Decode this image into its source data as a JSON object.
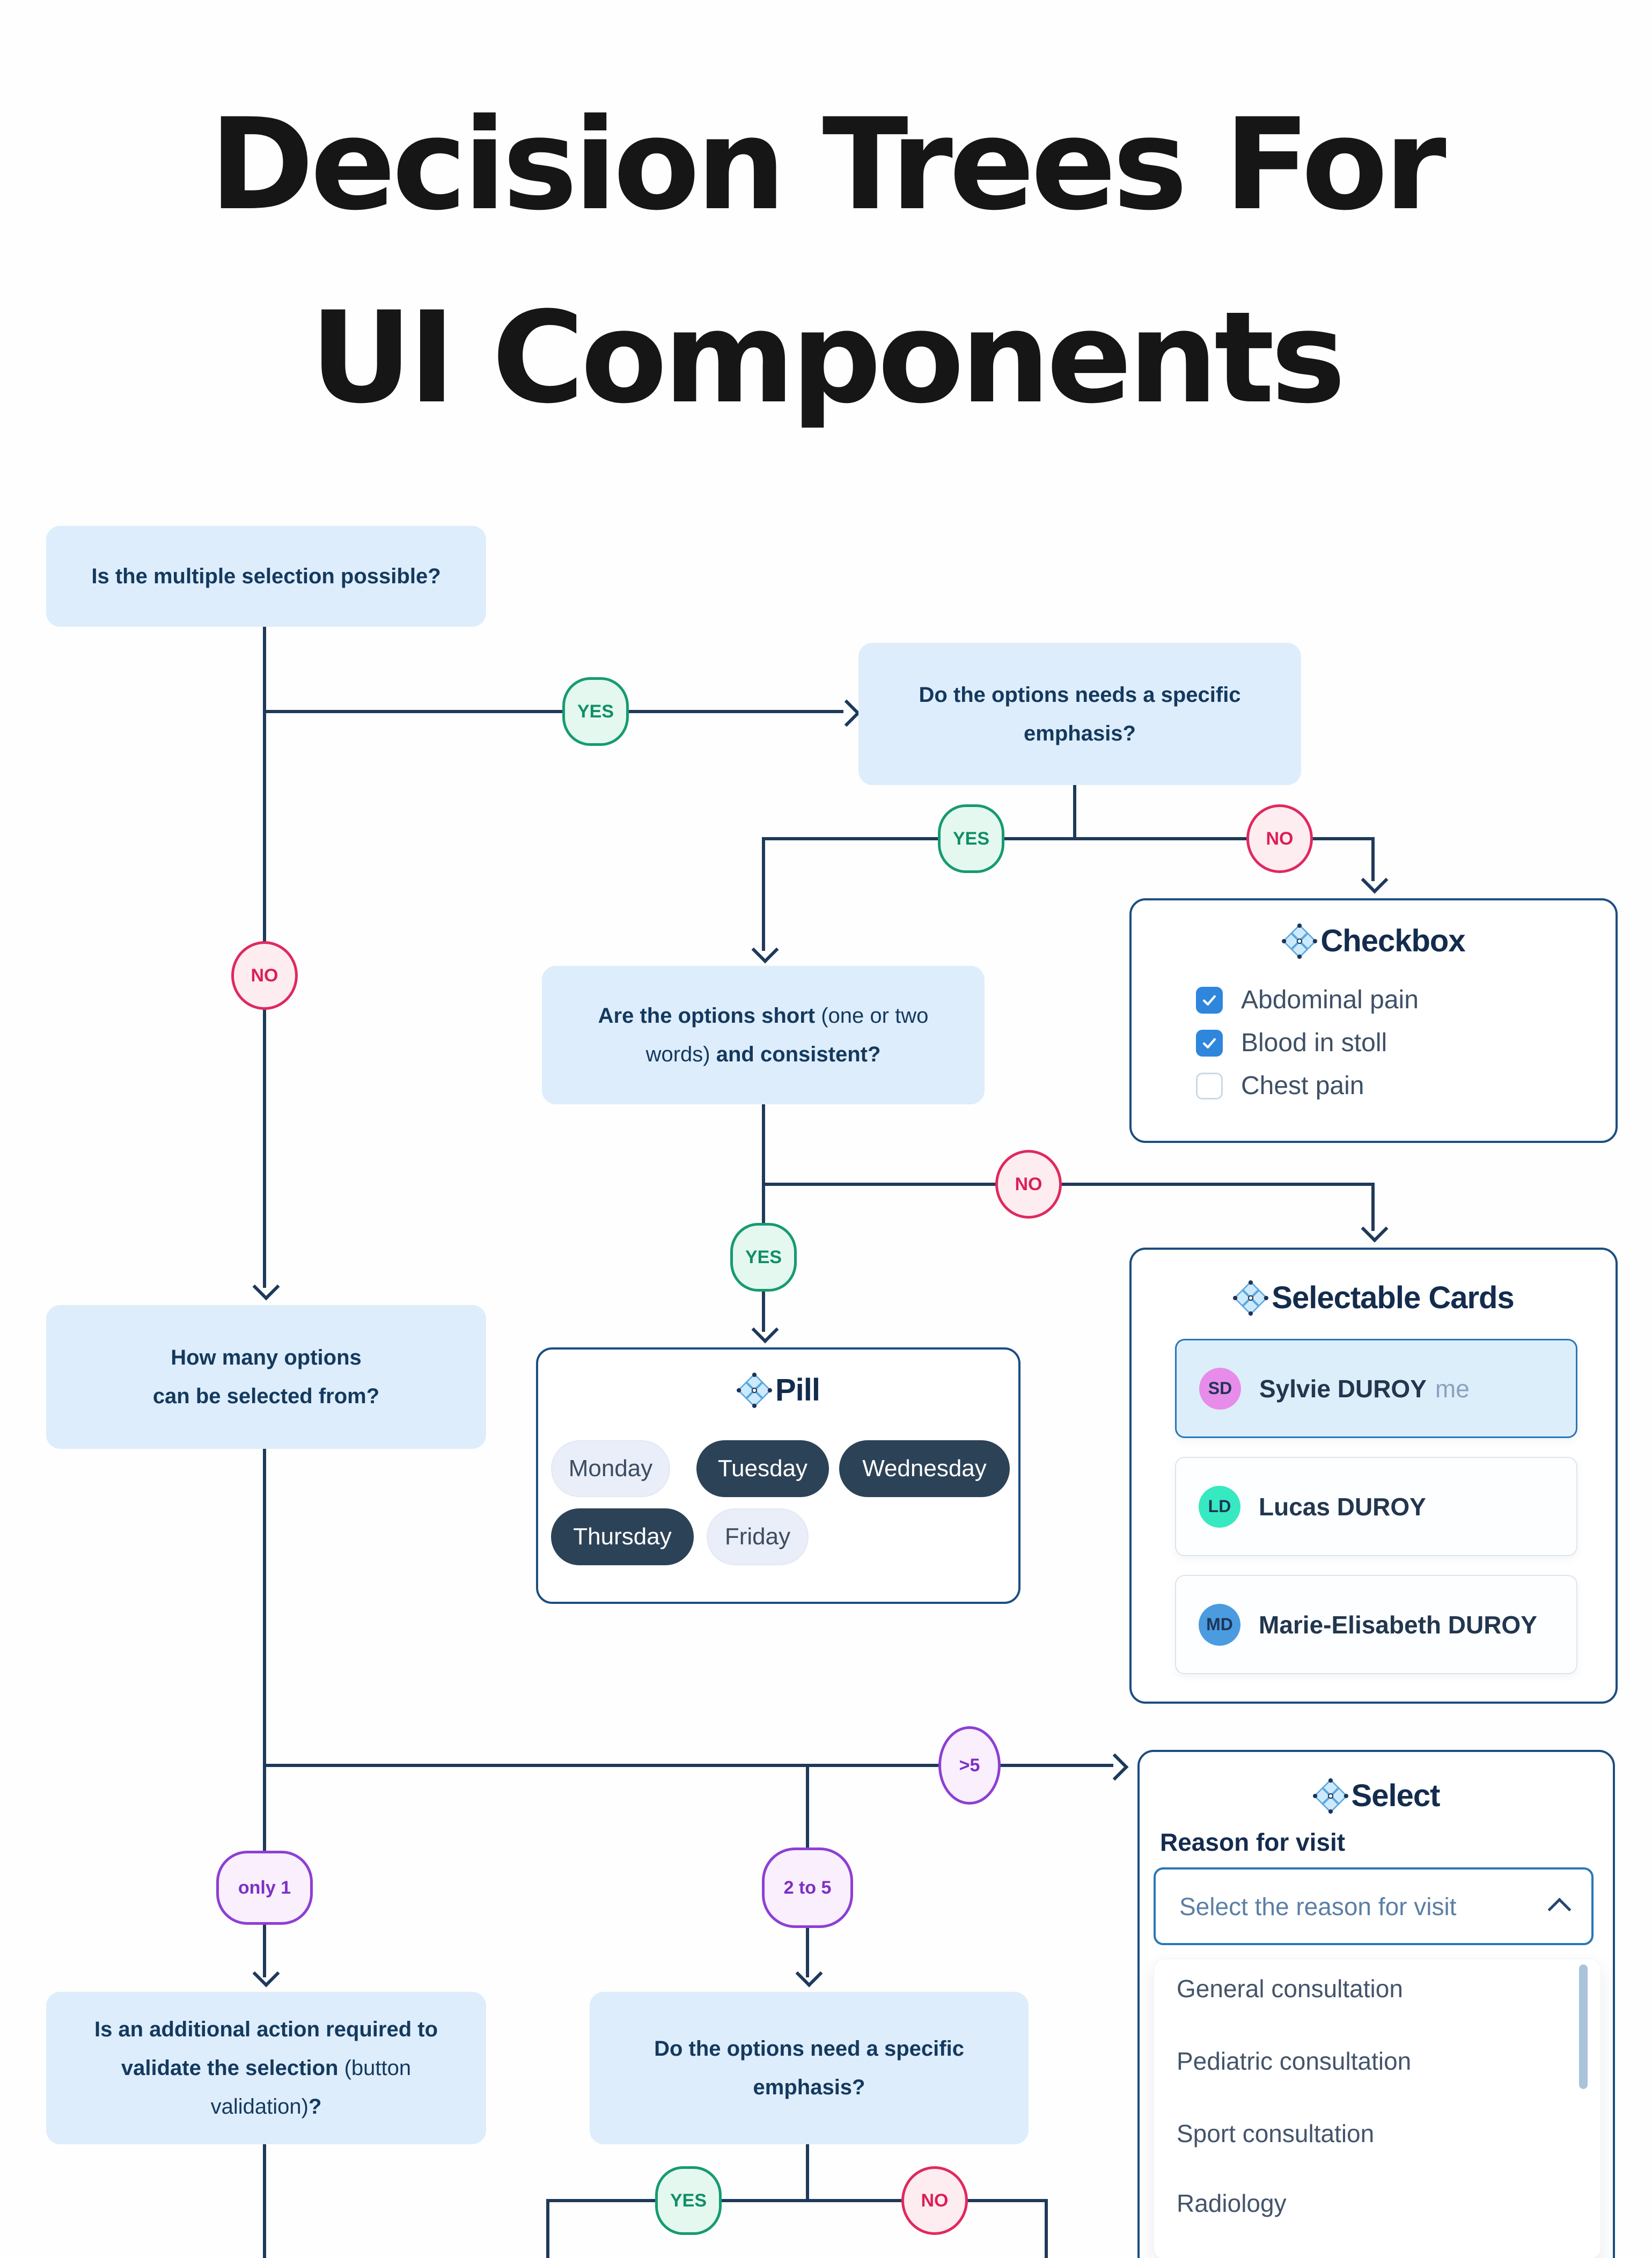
{
  "title": {
    "line1": "Decision Trees For",
    "line2": "UI Components"
  },
  "colors": {
    "line": "#1e3a5a",
    "box_bg": "#ddedfb",
    "box_text": "#14395e",
    "yes_border": "#169b71",
    "no_border": "#e0295e",
    "purple_border": "#8d3fd4",
    "card_border": "#1c4e80",
    "checkbox_on": "#2e86dd",
    "pill_dark": "#2c4257",
    "pill_light": "#e9eef8",
    "selected_card_bg": "#ddeefb",
    "selected_card_border": "#2b77b4"
  },
  "nodes": {
    "q_multi": "Is the multiple selection possible?",
    "q_emphasis1_l1": "Do the options needs a specific",
    "q_emphasis1_l2": "emphasis?",
    "q_short_l1": [
      {
        "t": "Are the options short ",
        "b": true
      },
      {
        "t": "(one or two",
        "b": false
      }
    ],
    "q_short_l2": [
      {
        "t": "words) ",
        "b": false
      },
      {
        "t": "and consistent?",
        "b": true
      }
    ],
    "q_howmany_l1": "How many options",
    "q_howmany_l2": "can be selected from?",
    "q_validate_l1": [
      {
        "t": "Is an additional action required to",
        "b": true
      }
    ],
    "q_validate_l2": [
      {
        "t": "validate the selection ",
        "b": true
      },
      {
        "t": "(button",
        "b": false
      }
    ],
    "q_validate_l3": [
      {
        "t": "validation)",
        "b": false
      },
      {
        "t": "?",
        "b": true
      }
    ],
    "q_emphasis2_l1": "Do the options need a specific",
    "q_emphasis2_l2": "emphasis?"
  },
  "badges": {
    "yes": "YES",
    "no": "NO",
    "only1": "only 1",
    "two_to_five": "2 to 5",
    "more_than_5": ">5"
  },
  "checkbox_card": {
    "title": "Checkbox",
    "items": [
      {
        "label": "Abdominal pain",
        "checked": true
      },
      {
        "label": "Blood in stoll",
        "checked": true
      },
      {
        "label": "Chest pain",
        "checked": false
      }
    ]
  },
  "pill_card": {
    "title": "Pill",
    "pills": [
      {
        "label": "Monday",
        "active": false
      },
      {
        "label": "Tuesday",
        "active": true
      },
      {
        "label": "Wednesday",
        "active": true
      },
      {
        "label": "Thursday",
        "active": true
      },
      {
        "label": "Friday",
        "active": false
      }
    ]
  },
  "selectable_card": {
    "title": "Selectable Cards",
    "cards": [
      {
        "initials": "SD",
        "name": "Sylvie DUROY",
        "suffix": "me",
        "avatar_color": "#e88ce9",
        "selected": true
      },
      {
        "initials": "LD",
        "name": "Lucas DUROY",
        "suffix": "",
        "avatar_color": "#37e9c0",
        "selected": false
      },
      {
        "initials": "MD",
        "name": "Marie-Elisabeth DUROY",
        "suffix": "",
        "avatar_color": "#4b9be0",
        "selected": false
      }
    ]
  },
  "select_card": {
    "title": "Select",
    "label": "Reason for visit",
    "placeholder": "Select the reason for visit",
    "options": [
      "General consultation",
      "Pediatric consultation",
      "Sport consultation",
      "Radiology"
    ]
  }
}
